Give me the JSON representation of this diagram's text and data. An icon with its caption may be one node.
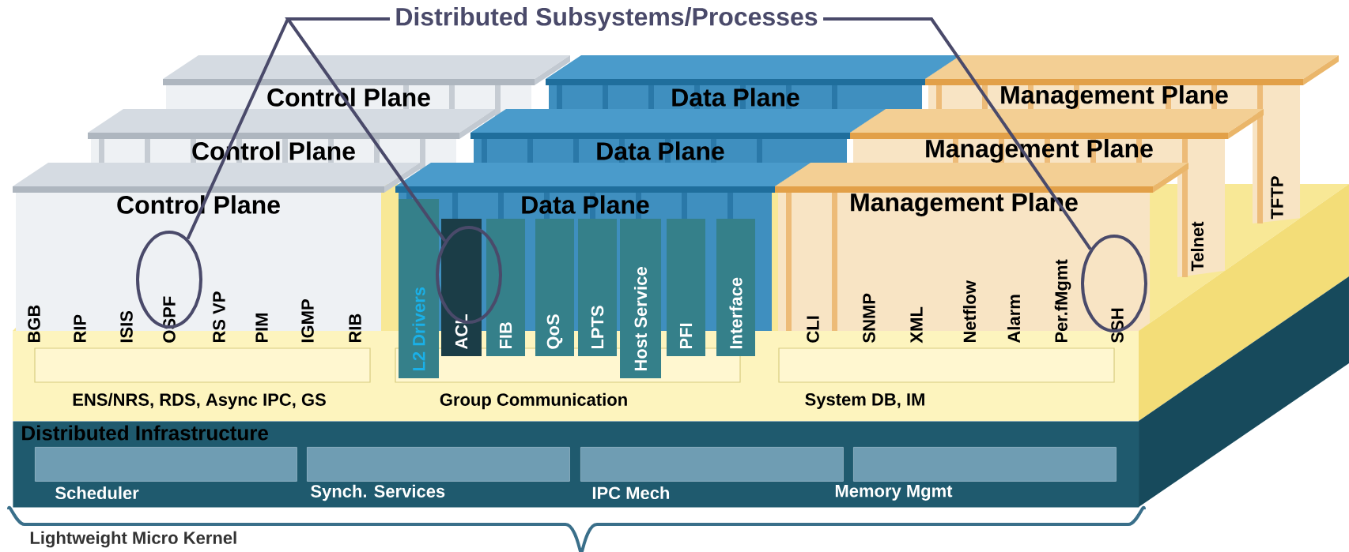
{
  "diagram": {
    "nodes": [
      {
        "text": [
          "Distributed Subsystems/Processes"
        ]
      },
      {
        "text": [
          "Control Plane"
        ]
      },
      {
        "text": [
          "Data Plane"
        ]
      },
      {
        "text": [
          "Management Plane"
        ]
      },
      {
        "text": [
          "Control Plane"
        ]
      },
      {
        "text": [
          "Data Plane"
        ]
      },
      {
        "text": [
          "Management Plane"
        ]
      },
      {
        "text": [
          "Control Plane"
        ]
      },
      {
        "text": [
          "Data Plane"
        ]
      },
      {
        "text": [
          "Management Plane"
        ]
      },
      {
        "text": [
          "BGB"
        ]
      },
      {
        "text": [
          "RIP"
        ]
      },
      {
        "text": [
          "ISIS"
        ]
      },
      {
        "text": [
          "OSPF"
        ]
      },
      {
        "text": [
          "RS VP"
        ]
      },
      {
        "text": [
          "PIM"
        ]
      },
      {
        "text": [
          "IGMP"
        ]
      },
      {
        "text": [
          "RIB"
        ]
      },
      {
        "text": [
          "L2 Drivers"
        ]
      },
      {
        "text": [
          "ACL"
        ]
      },
      {
        "text": [
          "FIB"
        ]
      },
      {
        "text": [
          "QoS"
        ]
      },
      {
        "text": [
          "LPTS"
        ]
      },
      {
        "text": [
          "Host Service"
        ]
      },
      {
        "text": [
          "PFI"
        ]
      },
      {
        "text": [
          "Interface"
        ]
      },
      {
        "text": [
          "CLI"
        ]
      },
      {
        "text": [
          "SNMP"
        ]
      },
      {
        "text": [
          "XML"
        ]
      },
      {
        "text": [
          "Netflow"
        ]
      },
      {
        "text": [
          "Alarm"
        ]
      },
      {
        "text": [
          "Per.fMgmt"
        ]
      },
      {
        "text": [
          "SSH"
        ]
      },
      {
        "text": [
          "Telnet"
        ]
      },
      {
        "text": [
          "TFTP"
        ]
      },
      {
        "text": [],
        "shape": "circle"
      },
      {
        "text": [],
        "shape": "circle"
      },
      {
        "text": [],
        "shape": "circle"
      },
      {
        "text": [
          "Distributed Infrastructure"
        ]
      },
      {
        "text": [
          "Scheduler"
        ],
        "in": 38
      },
      {
        "text": [
          "Synch. Services"
        ],
        "in": 38
      },
      {
        "text": [
          "IPC Mech"
        ],
        "in": 38
      },
      {
        "text": [
          "Memory Mgmt"
        ],
        "in": 38
      }
    ],
    "edges": [
      {
        "from": 0,
        "to": 35,
        "arrow": "none"
      },
      {
        "from": 0,
        "to": 36,
        "arrow": "none"
      },
      {
        "from": 0,
        "to": 37,
        "arrow": "none"
      }
    ],
    "labels": [
      "ENS/NRS, RDS, Async IPC, GS",
      "Group Communication",
      "System DB, IM",
      "Lightweight Micro Kernel"
    ]
  }
}
